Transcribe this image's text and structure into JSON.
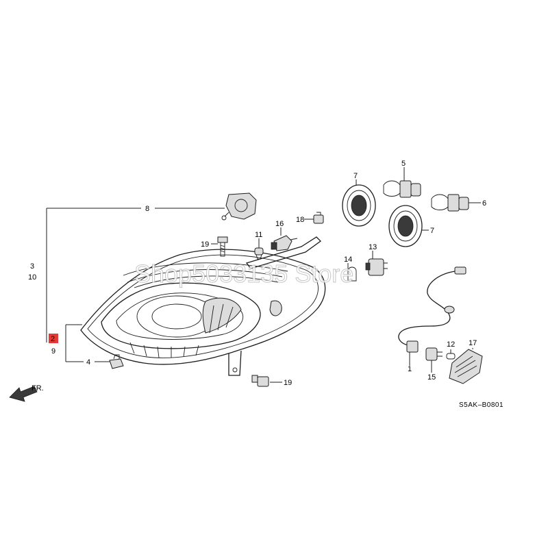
{
  "diagram": {
    "code": "S5AK–B0801",
    "watermark": "Shop5033135 Store",
    "front_arrow": "FR.",
    "highlight_color": "#e53935",
    "callouts": {
      "c1": "1",
      "c2": "2",
      "c3": "3",
      "c4": "4",
      "c5": "5",
      "c6": "6",
      "c7a": "7",
      "c7b": "7",
      "c8": "8",
      "c9": "9",
      "c10": "10",
      "c11": "11",
      "c12": "12",
      "c13": "13",
      "c14": "14",
      "c15": "15",
      "c16": "16",
      "c17": "17",
      "c18": "18",
      "c19a": "19",
      "c19b": "19"
    }
  }
}
